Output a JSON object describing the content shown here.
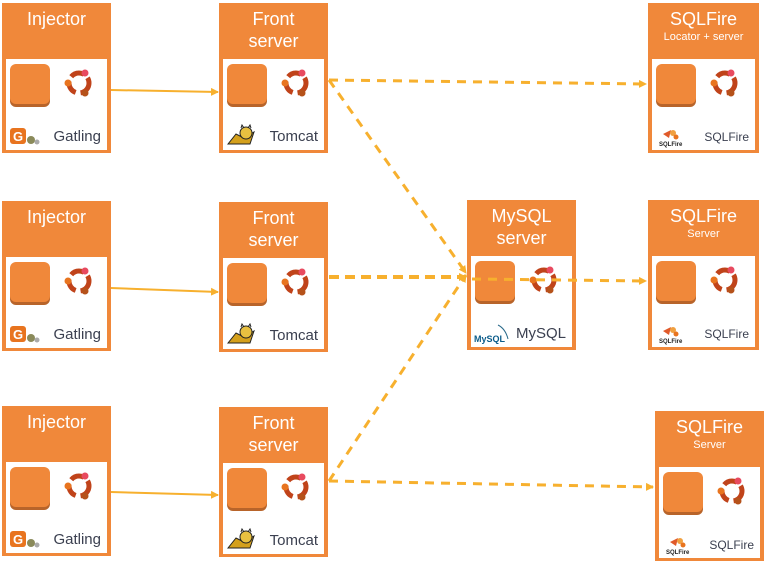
{
  "diagram": {
    "colors": {
      "box": "#f0883a",
      "arrow": "#f7b02e",
      "text_on_box": "#ffffff"
    },
    "nodes": {
      "injector1": {
        "title": "Injector",
        "software": "Gatling",
        "os_icon": "ubuntu-icon",
        "logo_icon": "gatling-logo-icon"
      },
      "injector2": {
        "title": "Injector",
        "software": "Gatling",
        "os_icon": "ubuntu-icon",
        "logo_icon": "gatling-logo-icon"
      },
      "injector3": {
        "title": "Injector",
        "software": "Gatling",
        "os_icon": "ubuntu-icon",
        "logo_icon": "gatling-logo-icon"
      },
      "front1": {
        "title_line1": "Front",
        "title_line2": "server",
        "software": "Tomcat",
        "os_icon": "ubuntu-icon",
        "logo_icon": "tomcat-logo-icon"
      },
      "front2": {
        "title_line1": "Front",
        "title_line2": "server",
        "software": "Tomcat",
        "os_icon": "ubuntu-icon",
        "logo_icon": "tomcat-logo-icon"
      },
      "front3": {
        "title_line1": "Front",
        "title_line2": "server",
        "software": "Tomcat",
        "os_icon": "ubuntu-icon",
        "logo_icon": "tomcat-logo-icon"
      },
      "mysql": {
        "title_line1": "MySQL",
        "title_line2": "server",
        "software": "MySQL",
        "logo_text": "MySQL",
        "os_icon": "ubuntu-icon",
        "logo_icon": "mysql-logo-icon"
      },
      "sqlfire1": {
        "title": "SQLFire",
        "subtitle": "Locator + server",
        "software": "SQLFire",
        "logo_text": "SQLFire",
        "os_icon": "ubuntu-icon",
        "logo_icon": "sqlfire-logo-icon"
      },
      "sqlfire2": {
        "title": "SQLFire",
        "subtitle": "Server",
        "software": "SQLFire",
        "logo_text": "SQLFire",
        "os_icon": "ubuntu-icon",
        "logo_icon": "sqlfire-logo-icon"
      },
      "sqlfire3": {
        "title": "SQLFire",
        "subtitle": "Server",
        "software": "SQLFire",
        "logo_text": "SQLFire",
        "os_icon": "ubuntu-icon",
        "logo_icon": "sqlfire-logo-icon"
      }
    },
    "edges": [
      {
        "from": "injector1",
        "to": "front1",
        "style": "solid"
      },
      {
        "from": "injector2",
        "to": "front2",
        "style": "solid"
      },
      {
        "from": "injector3",
        "to": "front3",
        "style": "solid"
      },
      {
        "from": "front1",
        "to": "sqlfire1",
        "style": "dashed"
      },
      {
        "from": "front1",
        "to": "mysql",
        "style": "dashed"
      },
      {
        "from": "front2",
        "to": "mysql",
        "style": "dashed"
      },
      {
        "from": "front3",
        "to": "mysql",
        "style": "dashed"
      },
      {
        "from": "front3",
        "to": "sqlfire3",
        "style": "dashed"
      },
      {
        "from": "mysql",
        "to": "sqlfire2",
        "style": "dashed"
      }
    ]
  }
}
